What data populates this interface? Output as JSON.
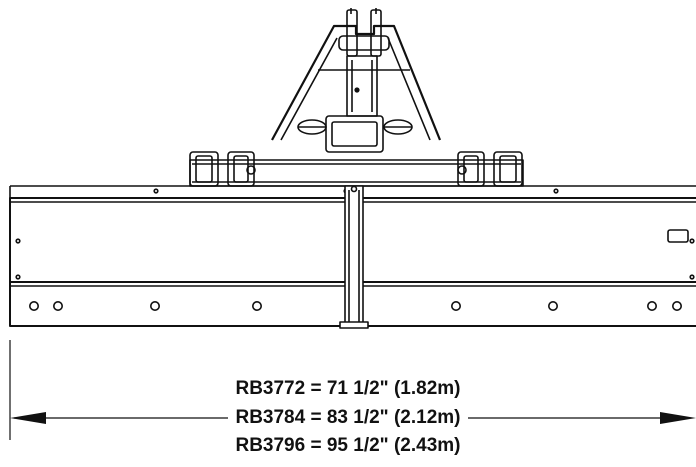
{
  "dimensions": [
    "RB3772 = 71 1/2\" (1.82m)",
    "RB3784 = 83 1/2\" (2.12m)",
    "RB3796 = 95 1/2\" (2.43m)"
  ],
  "colors": {
    "line": "#111111",
    "background": "#ffffff"
  },
  "icons": {
    "left_arrow": "arrowhead-left-icon",
    "right_arrow": "arrowhead-right-icon"
  }
}
